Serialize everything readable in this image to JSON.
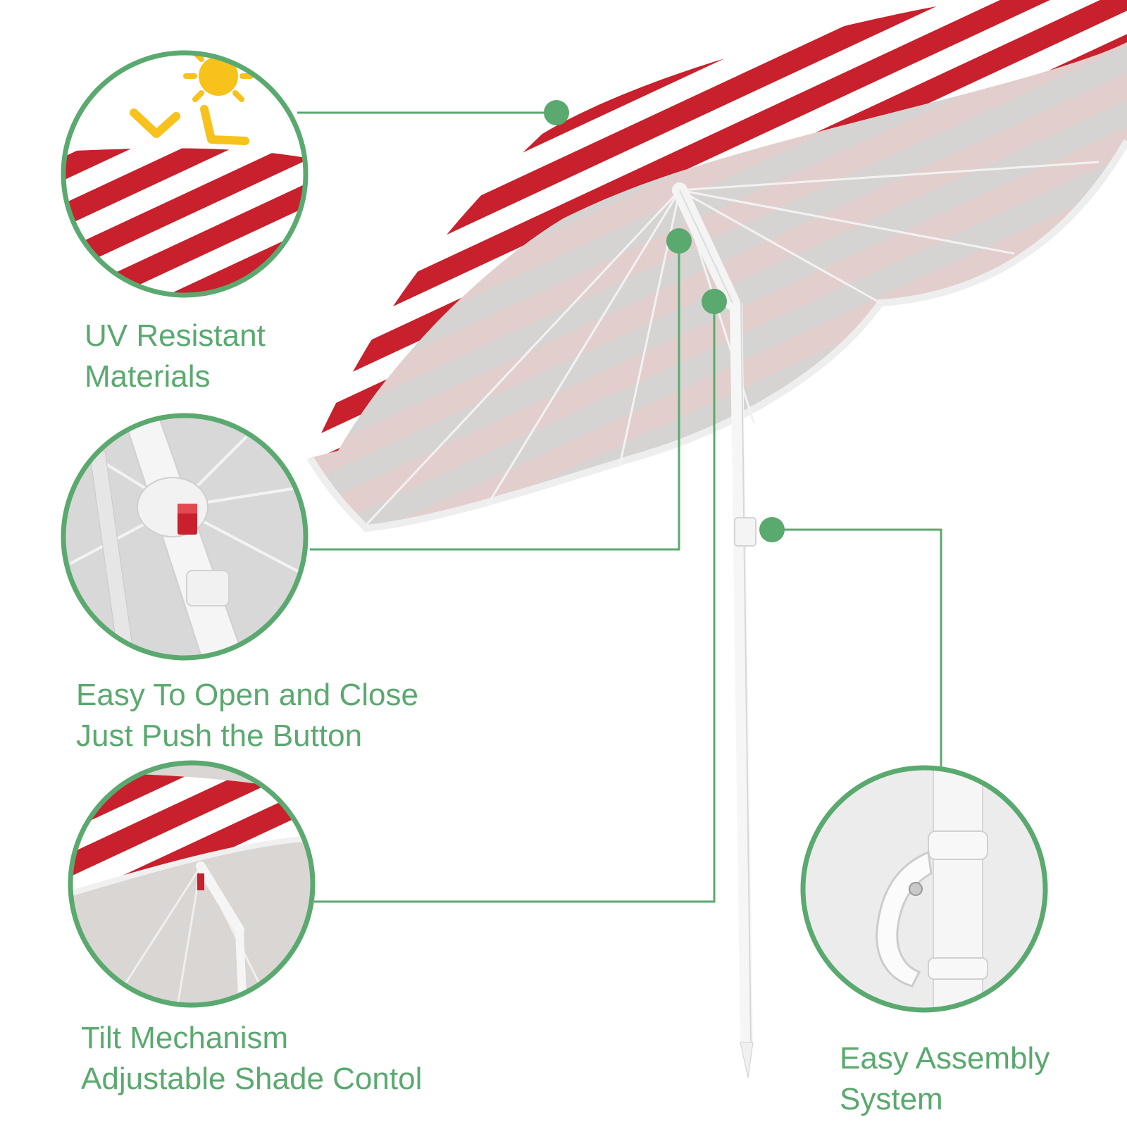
{
  "colors": {
    "accent_green": "#5aa96f",
    "stripe_red": "#c8202c",
    "canopy_silver": "#d9d7d5",
    "pole_white": "#f4f4f4"
  },
  "features": [
    {
      "id": "uv",
      "lines": [
        "UV Resistant",
        "Materials"
      ],
      "icon": "sun-icon"
    },
    {
      "id": "open-close",
      "lines": [
        "Easy To Open and Close",
        "Just Push the Button"
      ],
      "icon": "push-button-icon"
    },
    {
      "id": "tilt",
      "lines": [
        "Tilt Mechanism",
        "Adjustable Shade Contol"
      ],
      "icon": "tilt-joint-icon"
    },
    {
      "id": "assembly",
      "lines": [
        "Easy Assembly",
        "System"
      ],
      "icon": "clamp-icon"
    }
  ]
}
